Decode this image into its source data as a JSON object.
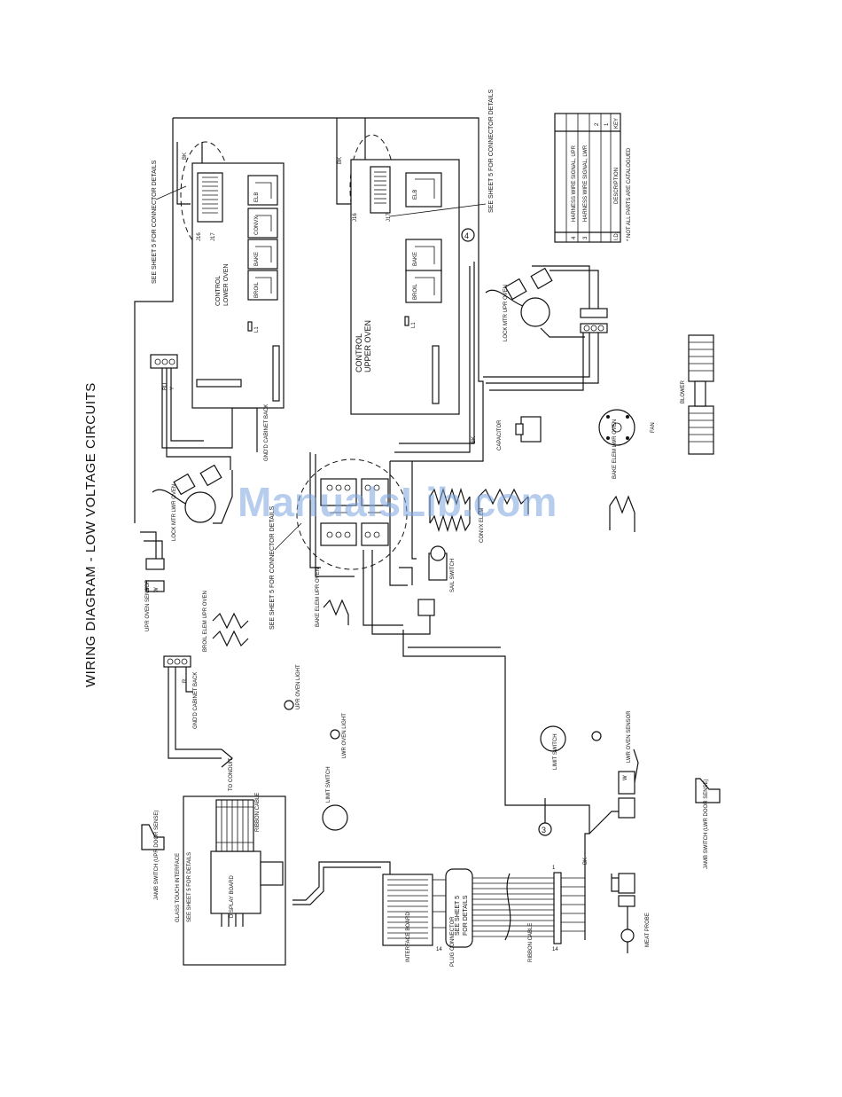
{
  "title": "WIRING DIAGRAM - LOW VOLTAGE CIRCUITS",
  "watermark": "ManualsLib.com",
  "controls": {
    "lower": {
      "line1": "CONTROL",
      "line2": "LOWER OVEN",
      "relays": [
        "BROIL",
        "BAKE",
        "CONVX",
        "ELB"
      ],
      "j16": "J16",
      "j17": "J17",
      "l1": "L1"
    },
    "upper": {
      "line1": "CONTROL",
      "line2": "UPPER OVEN",
      "relays": [
        "BROIL",
        "BAKE",
        "ELB"
      ],
      "j16": "J16",
      "j17": "J17",
      "l1": "L1"
    }
  },
  "see_sheet": {
    "connector_details_a": "SEE SHEET 5 FOR CONNECTOR DETAILS",
    "connector_details_b": "SEE SHEET 5 FOR CONNECTOR DETAILS",
    "connector_details_c": "SEE SHEET 5 FOR CONNECTOR DETAILS",
    "details_display": "SEE SHEET 5 FOR DETAILS",
    "details_ribbon_line1": "SEE SHEET 5",
    "details_ribbon_line2": "FOR DETAILS"
  },
  "legend": {
    "header_key": "KEY",
    "header_description": "DESCRIPTION",
    "header_id": "I.D.",
    "rows": [
      {
        "key": "1",
        "description": "",
        "id": ""
      },
      {
        "key": "2",
        "description": "",
        "id": ""
      },
      {
        "key": "3",
        "description": "HARNESS WIRE SIGNAL, LWR",
        "id": "3"
      },
      {
        "key": "4",
        "description": "HARNESS WIRE SIGNAL, UPR",
        "id": "4"
      }
    ],
    "note": "* NOT ALL PARTS ARE CATALOGUED"
  },
  "callouts": [
    "4",
    "3"
  ],
  "components": {
    "lock_lwr": "LOCK MTR LWR OVEN",
    "lock_upr": "LOCK MTR UPR OVEN",
    "capacitor": "CAPACITOR",
    "fan": "FAN",
    "blower": "BLOWER",
    "bake_elem_lwr": "BAKE ELEM LWR OVEN",
    "convx_elem": "CONVX ELEM",
    "bake_elem_upr": "BAKE ELEM UPR OVEN",
    "broil_elem_upr": "BROIL ELEM UPR OVEN",
    "sail_switch": "SAIL SWITCH",
    "upr_oven_sensor": "UPR OVEN SENSOR",
    "upr_oven_light": "UPR OVEN LIGHT",
    "lwr_oven_light": "LWR OVEN LIGHT",
    "limit_switch_a": "LIMIT SWITCH",
    "limit_switch_b": "LIMIT SWITCH",
    "lwr_oven_sensor": "LWR OVEN SENSOR",
    "gnd_cabinet_a": "GND'D CABINET BACK",
    "gnd_cabinet_b": "GND'D CABINET BACK",
    "to_conduit": "TO CONDUIT",
    "jamb_upr": "JAMB SWITCH (UPR DOOR SENSE)",
    "jamb_lwr": "JAMB SWITCH (LWR DOOR SENSE)",
    "glass_touch": "GLASS TOUCH INTERFACE",
    "display_board": "DISPLAY BOARD",
    "ribbon_cable_a": "RIBBON CABLE",
    "ribbon_cable_b": "RIBBON CABLE",
    "interface_board": "INTERFACE BOARD",
    "plug_connector": "PLUG CONNECTOR",
    "meat_probe": "MEAT PROBE",
    "pin_14": "14",
    "pin_1": "1",
    "pin_14b": "14"
  },
  "wire_codes": [
    "BK",
    "BK",
    "W",
    "W",
    "BU",
    "Y",
    "R",
    "BK",
    "BK",
    "W"
  ]
}
